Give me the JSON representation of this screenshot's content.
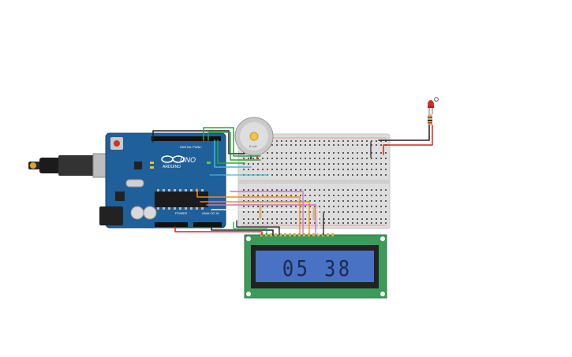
{
  "arduino": {
    "brand_label": "ARDUINO",
    "model_label": "UNO",
    "digital_label": "DIGITAL PWM~",
    "power_label": "POWER",
    "analog_label": "ANALOG IN"
  },
  "motor": {
    "label": "6 volt"
  },
  "lcd": {
    "line1": "05 38"
  },
  "colors": {
    "board": "#1f5f9a",
    "breadboard": "#dddddd",
    "lcd_pcb": "#3c9a5a",
    "lcd_screen": "#4a72c4",
    "led": "#d62b2b",
    "wire_red": "#e02020",
    "wire_black": "#222222",
    "wire_orange": "#f08a1c",
    "wire_green": "#30a040",
    "wire_pink": "#d070c0",
    "wire_cyan": "#40b8d8"
  }
}
